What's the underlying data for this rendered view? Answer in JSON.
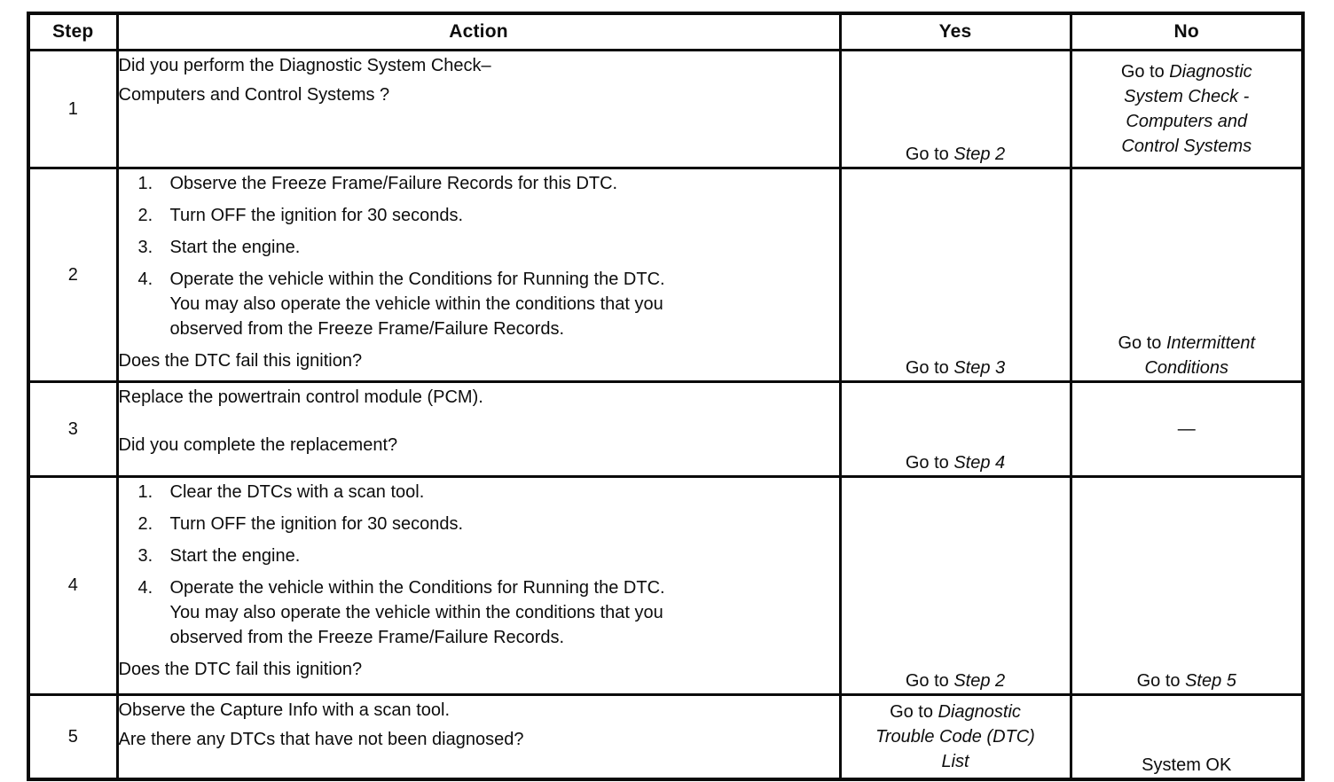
{
  "table": {
    "headers": {
      "step": "Step",
      "action": "Action",
      "yes": "Yes",
      "no": "No"
    },
    "rows": [
      {
        "step": "1",
        "action": {
          "lines": [
            "Did you perform the Diagnostic System Check–",
            "Computers and Control Systems ?"
          ]
        },
        "yes": {
          "pre": "Go to ",
          "em": "Step 2"
        },
        "no": {
          "pre": "Go to ",
          "em": "Diagnostic\nSystem Check -\nComputers and\nControl Systems"
        }
      },
      {
        "step": "2",
        "action": {
          "items": [
            {
              "n": "1.",
              "text": "Observe the Freeze Frame/Failure Records for this DTC."
            },
            {
              "n": "2.",
              "text": "Turn OFF the ignition for 30 seconds."
            },
            {
              "n": "3.",
              "text": "Start the engine."
            },
            {
              "n": "4.",
              "text": "Operate the vehicle within the Conditions for Running the DTC.\nYou may also operate the vehicle within the conditions that you\nobserved from the Freeze Frame/Failure Records."
            }
          ],
          "question": "Does the DTC fail this ignition?"
        },
        "yes": {
          "pre": "Go to ",
          "em": "Step 3"
        },
        "no": {
          "pre": "Go to ",
          "em": "Intermittent\nConditions"
        }
      },
      {
        "step": "3",
        "action": {
          "lines": [
            "Replace the powertrain control module (PCM)."
          ],
          "question": "Did you complete the replacement?"
        },
        "yes": {
          "pre": "Go to ",
          "em": "Step 4"
        },
        "no": {
          "pre": "—",
          "em": ""
        }
      },
      {
        "step": "4",
        "action": {
          "items": [
            {
              "n": "1.",
              "text": "Clear the DTCs with a scan tool."
            },
            {
              "n": "2.",
              "text": "Turn OFF the ignition for 30 seconds."
            },
            {
              "n": "3.",
              "text": "Start the engine."
            },
            {
              "n": "4.",
              "text": "Operate the vehicle within the Conditions for Running the DTC.\nYou may also operate the vehicle within the conditions that you\nobserved from the Freeze Frame/Failure Records."
            }
          ],
          "question": "Does the DTC fail this ignition?"
        },
        "yes": {
          "pre": "Go to ",
          "em": "Step 2"
        },
        "no": {
          "pre": "Go to ",
          "em": "Step 5"
        }
      },
      {
        "step": "5",
        "action": {
          "lines": [
            "Observe the Capture Info with a scan tool.",
            "Are there any DTCs that have not been diagnosed?"
          ]
        },
        "yes": {
          "pre": "Go to ",
          "em": "Diagnostic\nTrouble Code (DTC)\nList"
        },
        "no": {
          "pre": "System OK",
          "em": ""
        }
      }
    ]
  }
}
